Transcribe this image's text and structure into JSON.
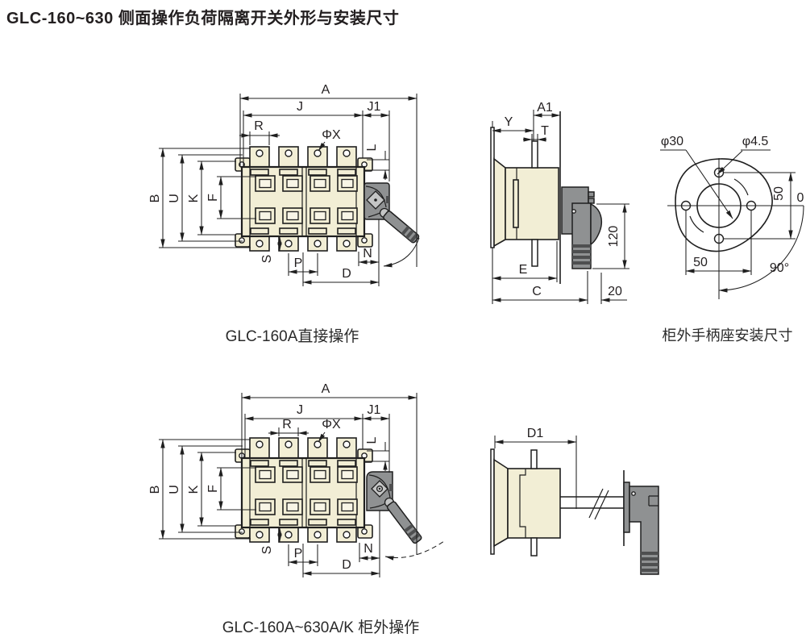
{
  "title": "GLC-160~630 侧面操作负荷隔离开关外形与安装尺寸",
  "captions": {
    "direct_front": "GLC-160A直接操作",
    "handle_seat": "柜外手柄座安装尺寸",
    "external": "GLC-160A~630A/K 柜外操作"
  },
  "dim_labels": {
    "A": "A",
    "J": "J",
    "J1": "J1",
    "R": "R",
    "phi_x": "ΦX",
    "L": "L",
    "B": "B",
    "U": "U",
    "K": "K",
    "F": "F",
    "S": "S",
    "P": "P",
    "D": "D",
    "N": "N",
    "A1": "A1",
    "Y": "Y",
    "T": "T",
    "E": "E",
    "C": "C",
    "len_120": "120",
    "len_20": "20",
    "D1": "D1",
    "dia_30": "φ30",
    "dia_45": "φ4.5",
    "len_50_v": "50",
    "len_50_h": "50",
    "zero": "0",
    "deg_90": "90°"
  },
  "colors": {
    "line": "#1f1f1f",
    "body-fill": "#f2eed5",
    "body-light": "#f8f5e6",
    "handle-fill": "#8f9192",
    "handle-dark": "#4e4f50",
    "handle-light": "#c4c5c5",
    "text": "#231f20",
    "paper": "#ffffff"
  }
}
